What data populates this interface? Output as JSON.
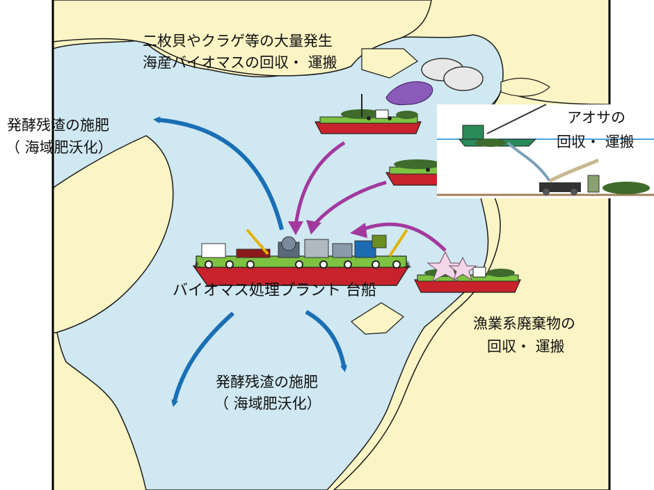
{
  "labels": {
    "bivalve_line1": "二枚貝やクラゲ等の大量発生",
    "bivalve_line2": "海産バイオマスの回収・ 運搬",
    "ferment_left_line1": "発酵残渣の施肥",
    "ferment_left_line2": "（ 海域肥沃化）",
    "aosa_line1": "アオサの",
    "aosa_line2": "回収・ 運搬",
    "plant": "バイオマス処理プラント 台船",
    "fishery_line1": "漁業系廃棄物の",
    "fishery_line2": "回収・ 運搬",
    "ferment_bottom_line1": "発酵残渣の施肥",
    "ferment_bottom_line2": "（ 海域肥沃化）"
  },
  "colors": {
    "land": "#fbf4c4",
    "sea": "#cfe8f2",
    "outline": "#1a1a1a",
    "blue_arrow": "#1a6fb5",
    "purple_arrow": "#a2399e",
    "hull_red": "#c8232c",
    "deck_green": "#7ec242",
    "seaweed": "#3f6b2c",
    "purple_shellfish": "#8a5bb8"
  }
}
